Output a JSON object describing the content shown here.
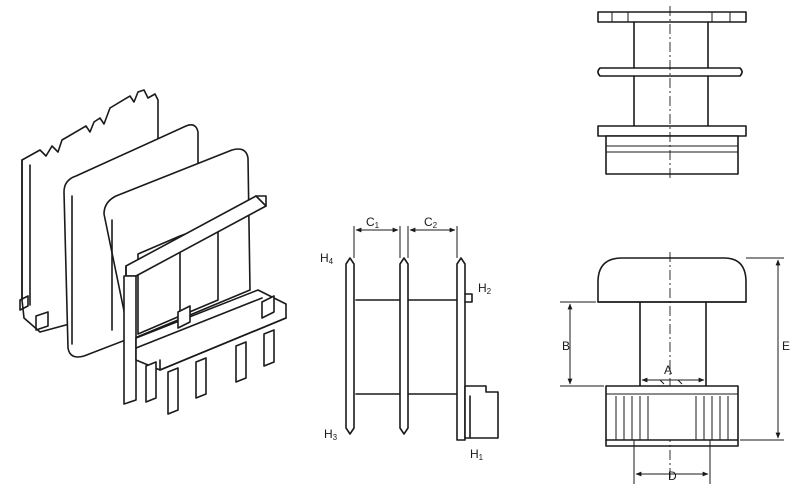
{
  "labels": {
    "c1": {
      "main": "C",
      "sub": "1"
    },
    "c2": {
      "main": "C",
      "sub": "2"
    },
    "h1": {
      "main": "H",
      "sub": "1"
    },
    "h2": {
      "main": "H",
      "sub": "2"
    },
    "h3": {
      "main": "H",
      "sub": "3"
    },
    "h4": {
      "main": "H",
      "sub": "4"
    },
    "a": "A",
    "b": "B",
    "d": "D",
    "e": "E"
  }
}
